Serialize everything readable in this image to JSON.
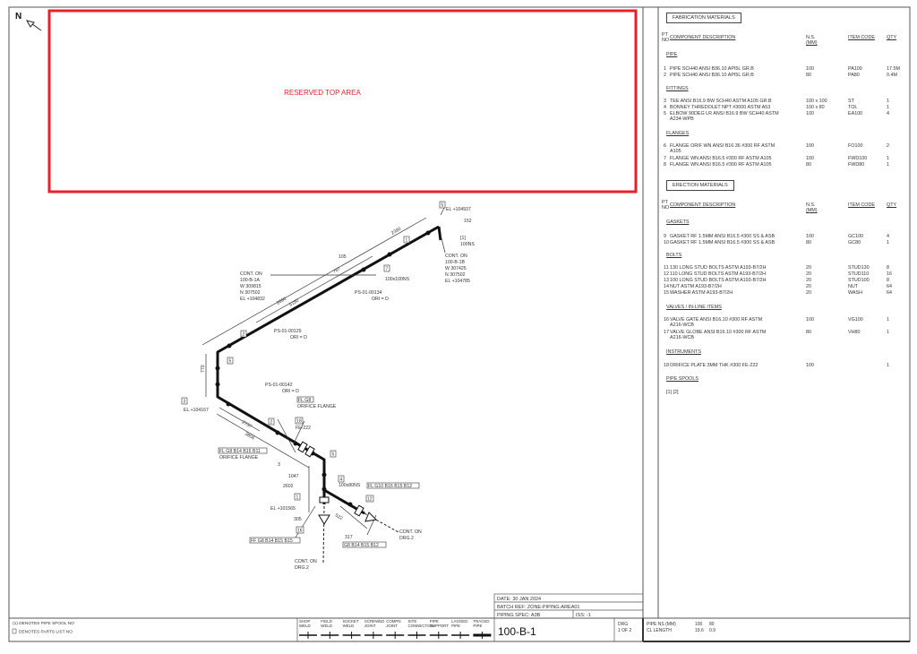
{
  "north_label": "N",
  "reserved_label": "RESERVED TOP AREA",
  "colors": {
    "reserved": "#e8202a",
    "line": "#222222"
  },
  "drawing": {
    "labels": {
      "el_top": "EL +104937",
      "dim_152": "152",
      "spool1": "[1]",
      "ns_100": "100NS",
      "cont_1b": [
        "CONT. ON",
        "100-B-1B",
        "W 307425",
        "N 307502",
        "EL +104785"
      ],
      "cont_1a": [
        "CONT. ON",
        "100-B-1A",
        "W 309815",
        "N 307502",
        "EL +104832"
      ],
      "dim_2390": "2390",
      "dim_105": "105",
      "dim_767": "767",
      "dim_2890": "2890",
      "dim_5180": "5180",
      "tee_ns": "100x100NS",
      "ps134": [
        "PS-01-00134",
        "ORI = D"
      ],
      "ps129": [
        "PS-01-00129",
        "ORI = D"
      ],
      "dim_770": "770",
      "el_104167": "EL +104167",
      "ps142": [
        "PS-01-00142",
        "ORI = D"
      ],
      "fl_g8": "FL G8",
      "orifice_flange": "ORIFICE FLANGE",
      "pl18": "18",
      "fe222": "FE-222",
      "fl_g8_b14": "FL G8 B14 B15 B11",
      "dim_2737": "2737",
      "dim_3806": "3806",
      "dim_3": "3",
      "dim_1047": "1047",
      "dim_2602": "2602",
      "ns_100x80": "100x80NS",
      "fl_g10": "FL G10 B16 B15 B12",
      "el_101565": "EL +101565",
      "dim_305": "305",
      "ff_g8": "FF G8 B14 B15 B15",
      "g8_b14": "G8 B14 B15 B12",
      "dim_317": "317",
      "dim_522": "522",
      "cont_drg2": [
        "CONT. ON",
        "DRG.2"
      ],
      "pl": [
        "5",
        "1",
        "7",
        "2",
        "5",
        "3",
        "5",
        "4",
        "1",
        "12",
        "16",
        "2"
      ]
    }
  },
  "materials": {
    "fabrication_title": "FABRICATION MATERIALS",
    "erection_title": "ERECTION MATERIALS",
    "headers": {
      "pt": "PT",
      "no": "NO",
      "desc": "COMPONENT DESCRIPTION",
      "ns": "N.S.",
      "mm": "(MM)",
      "code": "ITEM CODE",
      "qty": "QTY"
    },
    "fabrication": [
      {
        "section": "PIPE",
        "rows": [
          {
            "pt": "1",
            "desc": [
              "PIPE SCH40 ANSI B36.10 API5L GR.B"
            ],
            "ns": "100",
            "code": "PA100",
            "qty": "17.5M"
          },
          {
            "pt": "2",
            "desc": [
              "PIPE SCH40 ANSI B36.10 API5L GR.B"
            ],
            "ns": "80",
            "code": "PA80",
            "qty": "0.4M"
          }
        ]
      },
      {
        "section": "FITTINGS",
        "rows": [
          {
            "pt": "3",
            "desc": [
              "TEE ANSI B16.9 BW SCH40 ASTM A105 GR.B"
            ],
            "ns": "100 x 100",
            "code": "ST",
            "qty": "1"
          },
          {
            "pt": "4",
            "desc": [
              "BONNEY THREDOLET NPT #3000 ASTM A53"
            ],
            "ns": "100 x 80",
            "code": "TOL",
            "qty": "1"
          },
          {
            "pt": "5",
            "desc": [
              "ELBOW 90DEG LR ANSI B16.9 BW SCH40 ASTM",
              "A234-WPB"
            ],
            "ns": "100",
            "code": "EA100",
            "qty": "4"
          }
        ]
      },
      {
        "section": "FLANGES",
        "rows": [
          {
            "pt": "6",
            "desc": [
              "FLANGE ORIF WN ANSI B16.36 #300 RF ASTM",
              "A105"
            ],
            "ns": "100",
            "code": "FO100",
            "qty": "2"
          },
          {
            "pt": "7",
            "desc": [
              "FLANGE WN ANSI B16.5 #300 RF ASTM A105"
            ],
            "ns": "100",
            "code": "FWD100",
            "qty": "1"
          },
          {
            "pt": "8",
            "desc": [
              "FLANGE WN ANSI B16.5 #300 RF ASTM A105"
            ],
            "ns": "80",
            "code": "FWD80",
            "qty": "1"
          }
        ]
      }
    ],
    "erection": [
      {
        "section": "GASKETS",
        "rows": [
          {
            "pt": "9",
            "desc": [
              "GASKET RF 1.5MM ANSI B16.5 #300 SS & ASB"
            ],
            "ns": "100",
            "code": "GC100",
            "qty": "4"
          },
          {
            "pt": "10",
            "desc": [
              "GASKET RF 1.5MM ANSI B16.5 #300 SS & ASB"
            ],
            "ns": "80",
            "code": "GC80",
            "qty": "1"
          }
        ]
      },
      {
        "section": "BOLTS",
        "rows": [
          {
            "pt": "11",
            "desc": [
              "130 LONG STUD BOLTS ASTM A193-B7/2H"
            ],
            "ns": "20",
            "code": "STUD130",
            "qty": "8"
          },
          {
            "pt": "12",
            "desc": [
              "110 LONG STUD BOLTS ASTM A193-B7/2H"
            ],
            "ns": "20",
            "code": "STUD110",
            "qty": "16"
          },
          {
            "pt": "13",
            "desc": [
              "100 LONG STUD BOLTS ASTM A193-B7/2H"
            ],
            "ns": "20",
            "code": "STUD100",
            "qty": "8"
          },
          {
            "pt": "14",
            "desc": [
              "NUT ASTM A193-B7/2H"
            ],
            "ns": "20",
            "code": "NUT",
            "qty": "64"
          },
          {
            "pt": "15",
            "desc": [
              "WASHER ASTM A193-B7/2H"
            ],
            "ns": "20",
            "code": "WASH",
            "qty": "64"
          }
        ]
      },
      {
        "section": "VALVES / IN-LINE ITEMS",
        "rows": [
          {
            "pt": "16",
            "desc": [
              "VALVE GATE ANSI B16.10 #300 RF ASTM",
              "A216-WCB"
            ],
            "ns": "100",
            "code": "VG100",
            "qty": "1"
          },
          {
            "pt": "17",
            "desc": [
              "VALVE GLOBE ANSI B16.10 #300 RF ASTM",
              "A216-WCB"
            ],
            "ns": "80",
            "code": "VH80",
            "qty": "1"
          }
        ]
      },
      {
        "section": "INSTRUMENTS",
        "rows": [
          {
            "pt": "18",
            "desc": [
              "ORIFICE PLATE 3MM THK #300 FE-222"
            ],
            "ns": "100",
            "code": "",
            "qty": "1"
          }
        ]
      },
      {
        "section": "PIPE SPOOLS",
        "rows": []
      }
    ],
    "spools": "[1]   [2]"
  },
  "title_block": {
    "date": "DATE: 30 JAN 2024",
    "batch": "BATCH REF: ZONE-PIPING-AREA01",
    "spec": "PIPING SPEC: A3B",
    "iss": "ISS: -1",
    "drawing_no": "100-B-1",
    "drg_label": "DRG",
    "drg_sheet": "1 OF 2",
    "pipe_ns_label": "PIPE NS  (MM)",
    "pipe_ns_values": [
      "100",
      "80"
    ],
    "cl_length_label": "CL LENGTH",
    "cl_length_values": [
      "19.6",
      "0.9"
    ]
  },
  "legend": {
    "spool_note": "(1) DENOTES PIPE SPOOL NO",
    "parts_note": "DENOTES PARTS LIST NO",
    "symbols": [
      [
        "SHOP",
        "WELD"
      ],
      [
        "FIELD",
        "WELD"
      ],
      [
        "SOCKET",
        "WELD"
      ],
      [
        "SCREWED",
        "JOINT"
      ],
      [
        "COMPN",
        "JOINT"
      ],
      [
        "SITE",
        "CONNECTION"
      ],
      [
        "PIPE",
        "SUPPORT"
      ],
      [
        "LAGGED",
        "PIPE"
      ],
      [
        "TRACED",
        "PIPE"
      ]
    ]
  }
}
